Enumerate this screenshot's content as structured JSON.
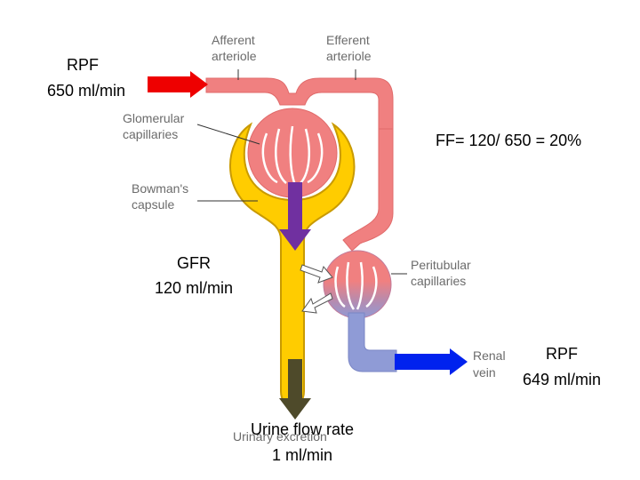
{
  "labels": {
    "afferent": [
      "Afferent",
      "arteriole"
    ],
    "efferent": [
      "Efferent",
      "arteriole"
    ],
    "glomerular": [
      "Glomerular",
      "capillaries"
    ],
    "bowman": [
      "Bowman's",
      "capsule"
    ],
    "peritubular": [
      "Peritubular",
      "capillaries"
    ],
    "renal_vein": [
      "Renal",
      "vein"
    ],
    "urinary": "Urinary excretion"
  },
  "annotations": {
    "rpf_in": [
      "RPF",
      "650 ml/min"
    ],
    "ff": "FF= 120/ 650 = 20%",
    "gfr": [
      "GFR",
      "120 ml/min"
    ],
    "rpf_out": [
      "RPF",
      "649 ml/min"
    ],
    "urine": [
      "Urine flow rate",
      "1 ml/min"
    ]
  },
  "colors": {
    "artery": "#f08080",
    "vein": "#8f9bd6",
    "capsule": "#ffcc00",
    "capsule_stroke": "#c99a00",
    "arrow_in": "#ee0000",
    "arrow_out": "#0022ee",
    "arrow_filtration": "#7030a0",
    "arrow_urine": "#4e4a2a"
  }
}
